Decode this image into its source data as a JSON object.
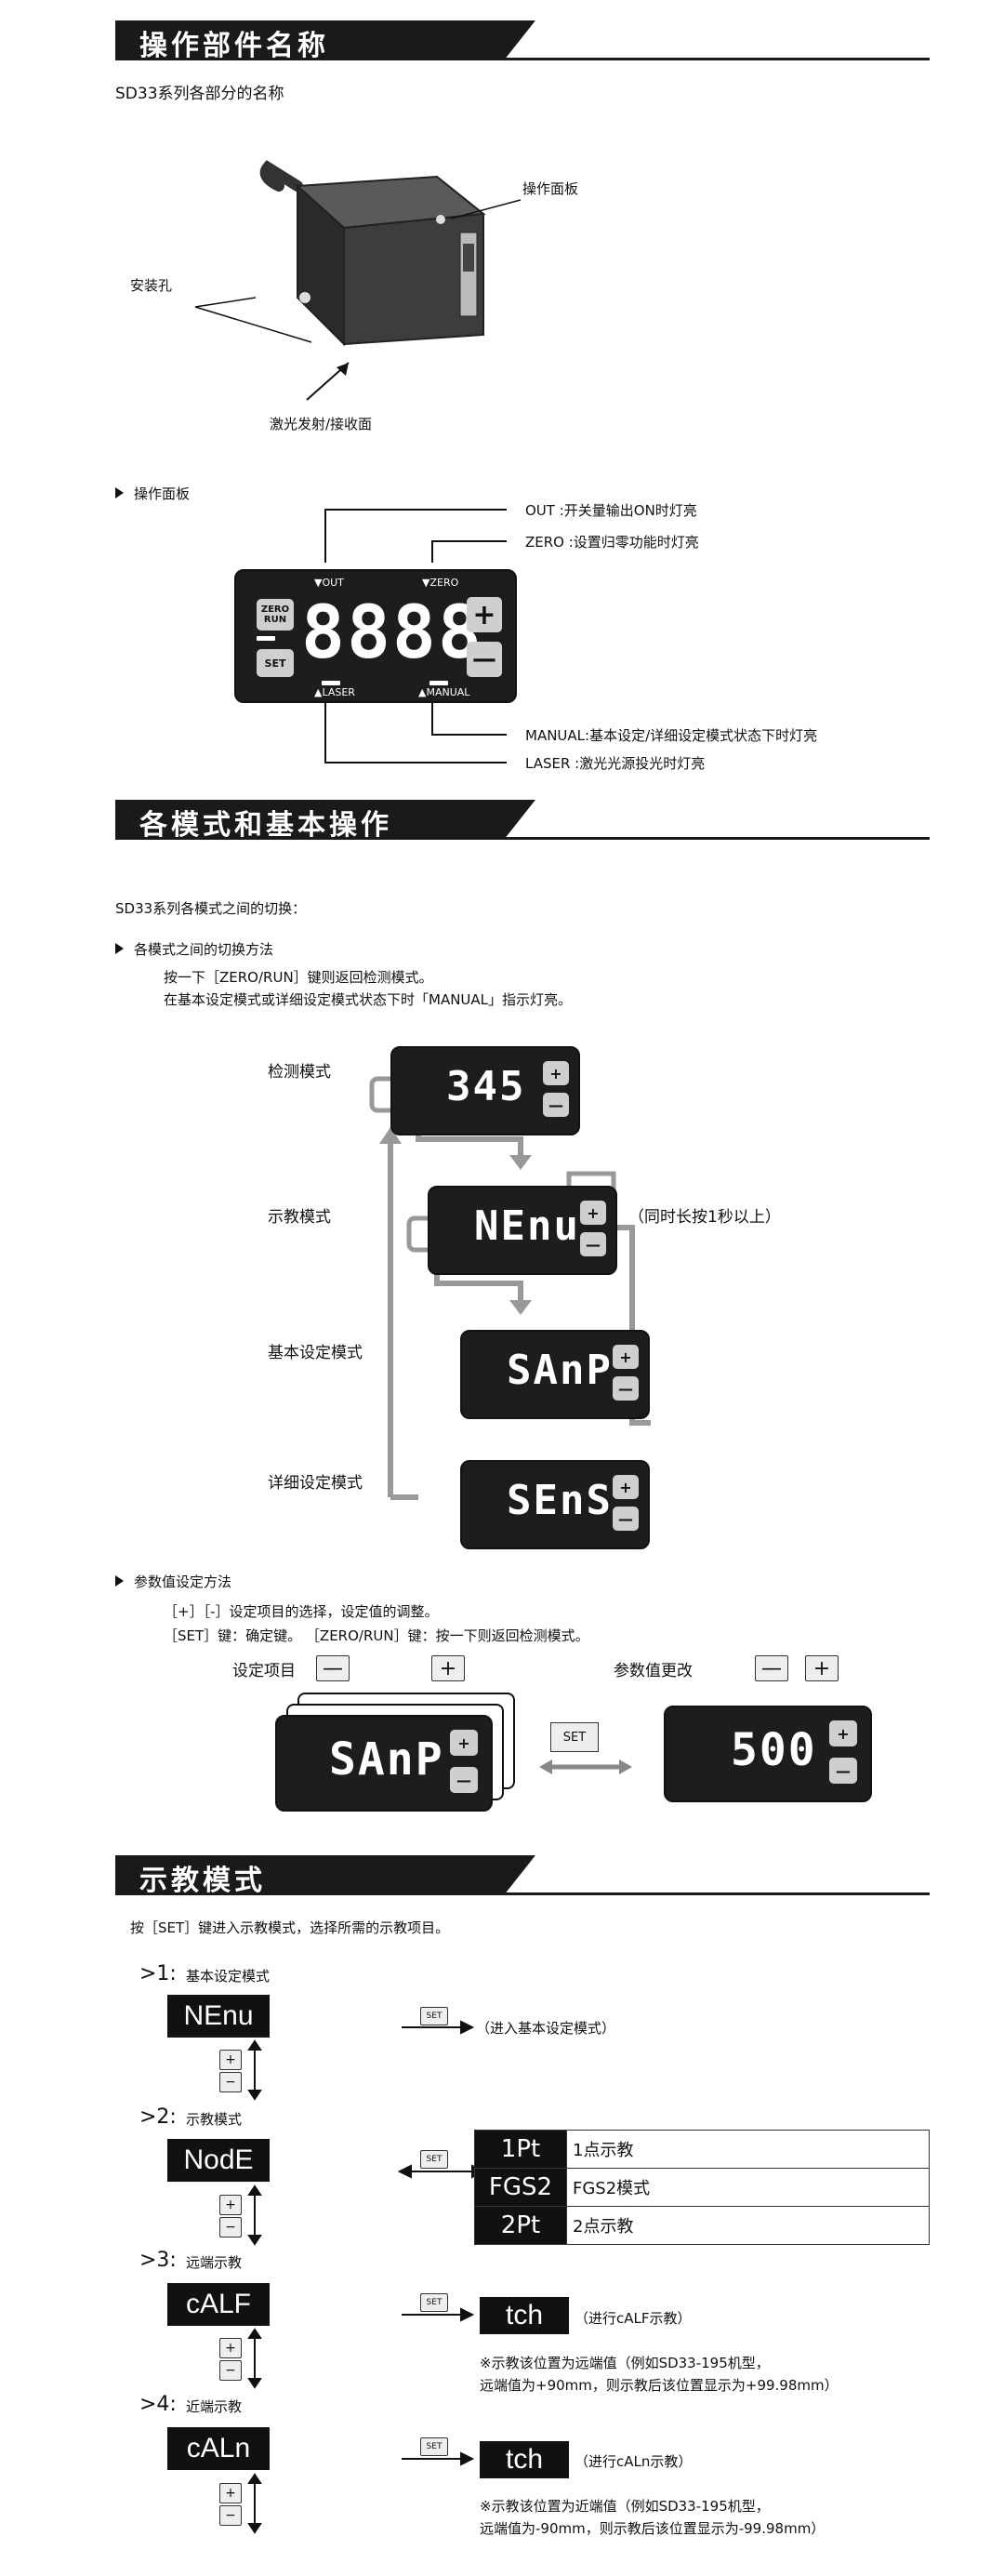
{
  "section1": {
    "title": "操作部件名称",
    "subtitle": "SD33系列各部分的名称",
    "callout_panel": "操作面板",
    "callout_hole": "安装孔",
    "callout_face": "激光发射/接收面",
    "panel_heading": "操作面板",
    "indicator_desc": {
      "out": "OUT  :开关量输出ON时灯亮",
      "zero": "ZERO :设置归零功能时灯亮",
      "manual": "MANUAL:基本设定/详细设定模式状态下时灯亮",
      "laser": "LASER    :激光光源投光时灯亮"
    }
  },
  "panel": {
    "out": "▼OUT",
    "zero_top": "▼ZERO",
    "zero_key": "ZERO",
    "run_key": "RUN",
    "set_key": "SET",
    "digits": "8888",
    "plus": "+",
    "minus": "—",
    "laser": "▲LASER",
    "manual": "▲MANUAL"
  },
  "section2": {
    "title": "各模式和基本操作",
    "subtitle": "SD33系列各模式之间的切换：",
    "switch_heading": "各模式之间的切换方法",
    "switch_line1": "按一下［ZERO/RUN］键则返回检测模式。",
    "switch_line2": "在基本设定模式或详细设定模式状态下时「MANUAL」指示灯亮。",
    "modes": [
      {
        "label": "检测模式",
        "display": "345"
      },
      {
        "label": "示教模式",
        "display": "NEnu"
      },
      {
        "label": "基本设定模式",
        "display": "SAnP"
      },
      {
        "label": "详细设定模式",
        "display": "SEnS"
      }
    ],
    "hold_note": "（同时长按1秒以上）",
    "param_heading": "参数值设定方法",
    "param_line1": "［+］［-］设定项目的选择，设定值的调整。",
    "param_line2": "［SET］键：确定键。    ［ZERO/RUN］键：按一下则返回检测模式。",
    "setting_item": "设定项目",
    "param_change": "参数值更改",
    "set_label": "SET",
    "param_display_left": "SAnP",
    "param_display_right": "500"
  },
  "section3": {
    "title": "示教模式",
    "intro": "按［SET］键进入示教模式，选择所需的示教项目。",
    "items": [
      {
        "num": ">1:",
        "name": "基本设定模式",
        "display": "NEnu"
      },
      {
        "num": ">2:",
        "name": "示教模式",
        "display": "NodE"
      },
      {
        "num": ">3:",
        "name": "远端示教",
        "display": "cALF"
      },
      {
        "num": ">4:",
        "name": "近端示教",
        "display": "cALn"
      }
    ],
    "enter_basic": "（进入基本设定模式）",
    "mode_table": [
      {
        "code": "1Pt",
        "desc": "1点示教"
      },
      {
        "code": "FGS2",
        "desc": "FGS2模式"
      },
      {
        "code": "2Pt",
        "desc": "2点示教"
      }
    ],
    "tch": "tch",
    "calf_action": "（进行cALF示教）",
    "calf_note1": "※示教该位置为远端值（例如SD33-195机型，",
    "calf_note2": "远端值为+90mm，则示教后该位置显示为+99.98mm）",
    "caln_action": "（进行cALn示教）",
    "caln_note1": "※示教该位置为近端值（例如SD33-195机型，",
    "caln_note2": "远端值为-90mm，则示教后该位置显示为-99.98mm）",
    "set_small": "SET",
    "plus_small": "+",
    "minus_small": "−"
  }
}
